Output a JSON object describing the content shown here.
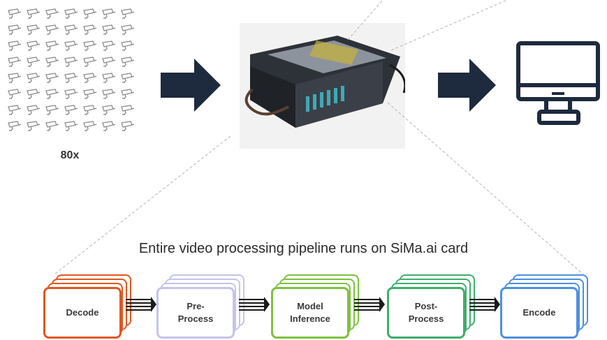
{
  "cameras": {
    "count_label": "80x",
    "icon": "cctv-camera-icon",
    "columns": 7,
    "rows": 8
  },
  "server": {
    "icon": "server-chassis-image"
  },
  "monitor": {
    "icon": "monitor-icon"
  },
  "caption": "Entire video processing pipeline runs on SiMa.ai card",
  "pipeline": [
    {
      "label": "Decode",
      "color": "#e0571f"
    },
    {
      "label": "Pre-\nProcess",
      "color": "#c4c4ec"
    },
    {
      "label": "Model\nInference",
      "color": "#7cc23f"
    },
    {
      "label": "Post-\nProcess",
      "color": "#3fae6d"
    },
    {
      "label": "Encode",
      "color": "#4d8fe0"
    }
  ],
  "colors": {
    "arrow": "#1e2a3d",
    "dashed_line": "#b5b5b5"
  }
}
